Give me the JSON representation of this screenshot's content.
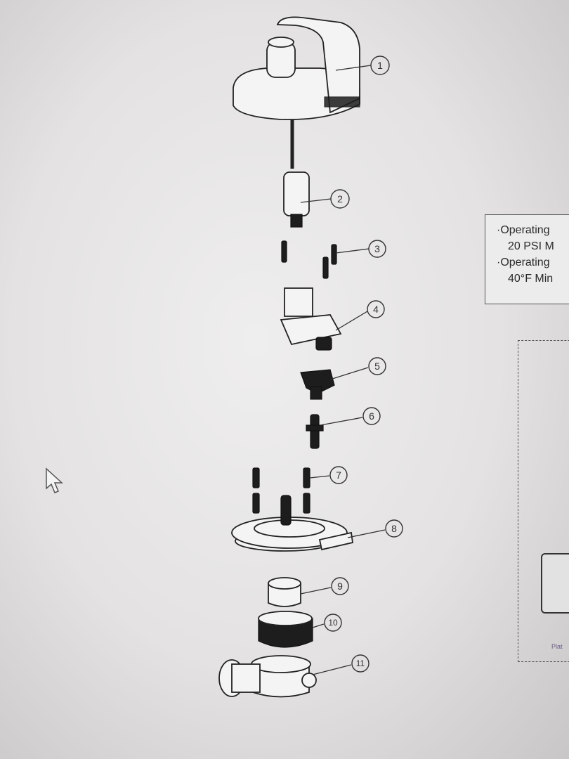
{
  "diagram": {
    "callouts": [
      "1",
      "2",
      "3",
      "4",
      "5",
      "6",
      "7",
      "8",
      "9",
      "10",
      "11"
    ]
  },
  "specs": {
    "line1": "·Operating",
    "line2": "20 PSI M",
    "line3": "·Operating",
    "line4": "40°F Min"
  },
  "inset": {
    "caption": "Plat"
  }
}
